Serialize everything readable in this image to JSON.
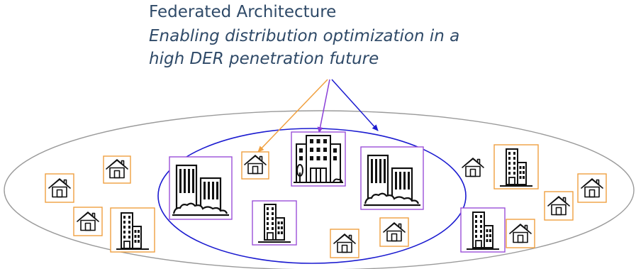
{
  "header": {
    "title": "Federated Architecture",
    "subtitle_line1": "Enabling distribution optimization in a",
    "subtitle_line2": "high DER penetration future"
  },
  "colors": {
    "title_text": "#2f4a68",
    "outer_boundary": "#9a9a9a",
    "inner_boundary": "#1b1bd0",
    "arrow_orange": "#f0a040",
    "arrow_purple": "#8a3fd8",
    "arrow_blue": "#1b1bd0",
    "home_frame": "#f0a040",
    "building_frame": "#9b4fd8",
    "icon_stroke": "#111111"
  },
  "icons": {
    "home": "house-icon",
    "office": "office-building-icon",
    "campus": "city-campus-icon",
    "hospital": "tower-with-tree-icon"
  }
}
